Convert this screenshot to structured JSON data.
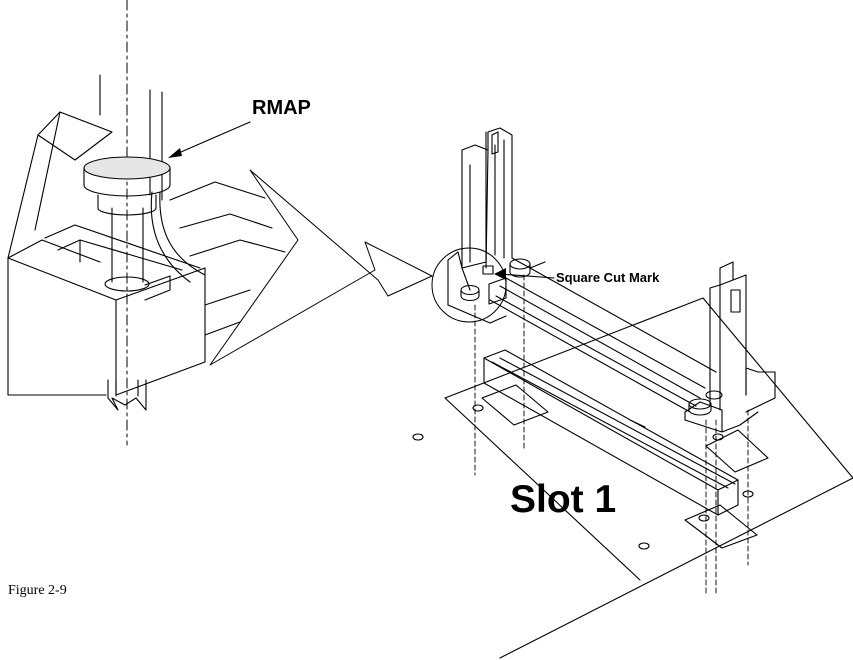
{
  "labels": {
    "rmap": "RMAP",
    "square_cut_mark": "Square Cut Mark",
    "slot": "Slot 1",
    "figure": "Figure 2-9"
  },
  "colors": {
    "line": "#000000",
    "pin_cap": "#e6e6e6",
    "background": "#ffffff"
  }
}
